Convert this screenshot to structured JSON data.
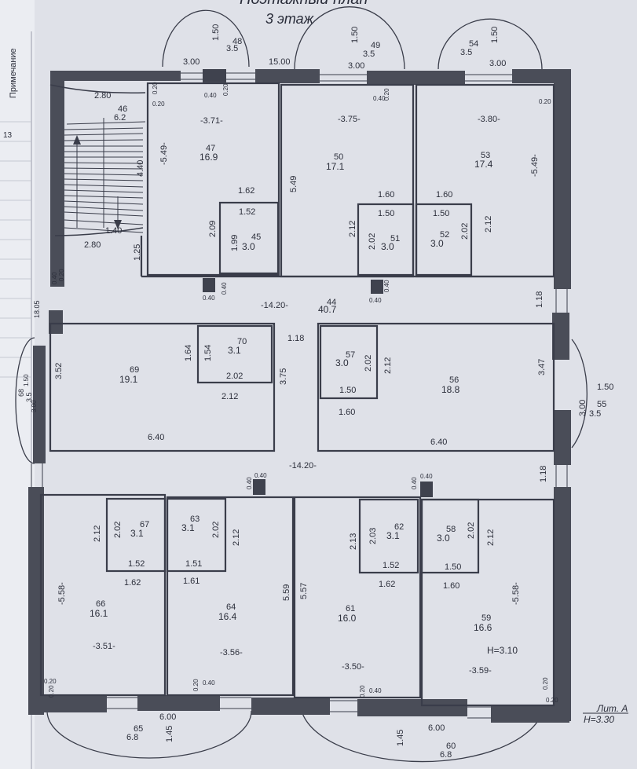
{
  "header": {
    "plan_title": "Поэтажный план",
    "floor_label": "3 этаж",
    "side_note": "Примечание",
    "side_number": "13"
  },
  "stamp": {
    "lit": "Лит. А",
    "height": "H=3.30"
  },
  "ceiling_note": "H=3.10",
  "rooms": [
    {
      "num": "44",
      "area": "40.7"
    },
    {
      "num": "45",
      "area": "3.0"
    },
    {
      "num": "46",
      "area": "6.2"
    },
    {
      "num": "47",
      "area": "16.9"
    },
    {
      "num": "48",
      "area": "3.5"
    },
    {
      "num": "49",
      "area": "3.5"
    },
    {
      "num": "50",
      "area": "17.1"
    },
    {
      "num": "51",
      "area": "3.0"
    },
    {
      "num": "52",
      "area": "3.0"
    },
    {
      "num": "53",
      "area": "17.4"
    },
    {
      "num": "54",
      "area": "3.5"
    },
    {
      "num": "55",
      "area": "3.5"
    },
    {
      "num": "56",
      "area": "18.8"
    },
    {
      "num": "57",
      "area": "3.0"
    },
    {
      "num": "58",
      "area": "3.0"
    },
    {
      "num": "59",
      "area": "16.6"
    },
    {
      "num": "60",
      "area": "6.8"
    },
    {
      "num": "61",
      "area": "16.0"
    },
    {
      "num": "62",
      "area": "3.1"
    },
    {
      "num": "63",
      "area": "3.1"
    },
    {
      "num": "64",
      "area": "16.4"
    },
    {
      "num": "65",
      "area": "6.8"
    },
    {
      "num": "66",
      "area": "16.1"
    },
    {
      "num": "67",
      "area": "3.1"
    },
    {
      "num": "68",
      "area": "3.5"
    },
    {
      "num": "69",
      "area": "19.1"
    },
    {
      "num": "70",
      "area": "3.1"
    }
  ],
  "dims": [
    "1.50",
    "3.00",
    "15.00",
    "1.50",
    "3.00",
    "1.50",
    "3.00",
    "2.80",
    "0.20",
    "0.20",
    "0.40",
    "0.20",
    "0.40",
    "0.20",
    "0.20",
    "-3.71-",
    "-3.75-",
    "-3.80-",
    "-5.49-",
    "4.40",
    "5.49",
    "-5.49-",
    "1.62",
    "1.52",
    "2.09",
    "1.99",
    "1.60",
    "1.50",
    "2.12",
    "2.02",
    "1.60",
    "1.50",
    "2.02",
    "2.12",
    "1.40",
    "2.80",
    "1.25",
    "0.20",
    "0.40",
    "0.40",
    "0.40",
    "0.40",
    "0.40",
    "-14.20-",
    "1.18",
    "18.05",
    "1.64",
    "1.54",
    "2.02",
    "2.12",
    "3.52",
    "3.75",
    "1.18",
    "2.02",
    "2.12",
    "1.50",
    "1.60",
    "3.47",
    "1.50",
    "3.00",
    "6.40",
    "6.40",
    "-14.20-",
    "1.18",
    "0.40",
    "0.40",
    "0.40",
    "0.40",
    "2.12",
    "2.02",
    "2.02",
    "2.12",
    "2.13",
    "2.03",
    "2.02",
    "2.12",
    "1.52",
    "1.51",
    "1.52",
    "1.50",
    "1.62",
    "1.61",
    "1.62",
    "1.60",
    "-5.58-",
    "5.59",
    "5.57",
    "-5.58-",
    "-3.51-",
    "-3.56-",
    "-3.50-",
    "-3.59-",
    "0.20",
    "0.20",
    "0.20",
    "0.40",
    "0.20",
    "0.40",
    "0.20",
    "0.20",
    "6.00",
    "1.45",
    "6.00",
    "1.45",
    "1.50",
    "3.00"
  ]
}
